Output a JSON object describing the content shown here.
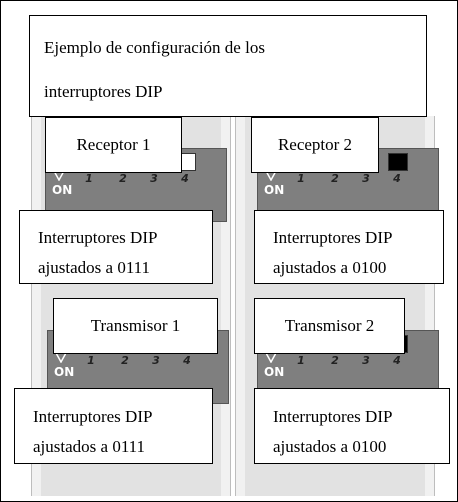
{
  "title": {
    "line1": "Ejemplo de configuración de los",
    "line2": "interruptores DIP"
  },
  "units": [
    {
      "name": "Receptor 1",
      "setting": [
        "Interruptores DIP",
        "ajustados a 0111"
      ],
      "switches": [
        1,
        0,
        0,
        0
      ]
    },
    {
      "name": "Receptor 2",
      "setting": [
        "Interruptores DIP",
        "ajustados a 0100"
      ],
      "switches": [
        1,
        0,
        1,
        1
      ]
    },
    {
      "name": "Transmisor 1",
      "setting": [
        "Interruptores DIP",
        "ajustados a 0111"
      ],
      "switches": [
        1,
        0,
        0,
        0
      ]
    },
    {
      "name": "Transmisor 2",
      "setting": [
        "Interruptores DIP",
        "ajustados a 0100"
      ],
      "switches": [
        1,
        0,
        1,
        1
      ]
    }
  ],
  "switch_numbers": [
    "1",
    "2",
    "3",
    "4"
  ],
  "on_label": "ON",
  "colors": {
    "switch_on": "#000000",
    "switch_off": "#ffffff",
    "block": "#7f7f7f"
  }
}
